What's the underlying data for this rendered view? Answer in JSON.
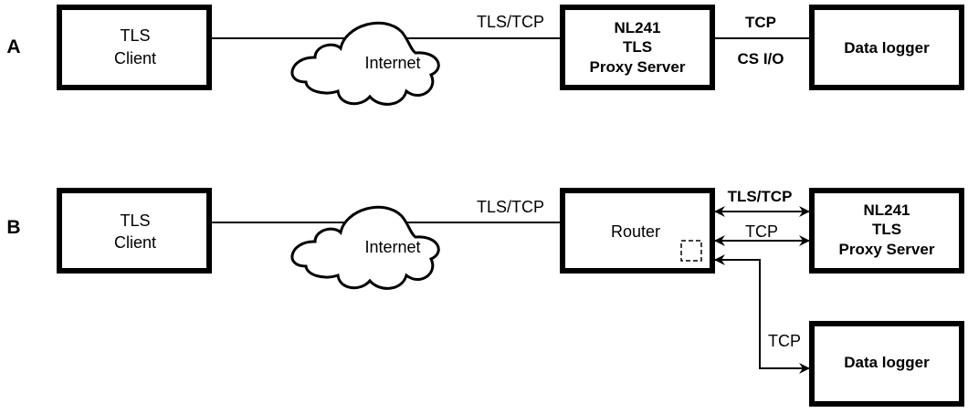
{
  "panel_a": {
    "label": "A",
    "client": {
      "line1": "TLS",
      "line2": "Client"
    },
    "cloud": "Internet",
    "link_internet_proxy": "TLS/TCP",
    "proxy": {
      "line1": "NL241",
      "line2": "TLS",
      "line3": "Proxy Server"
    },
    "link_proxy_logger_top": "TCP",
    "link_proxy_logger_bottom": "CS I/O",
    "logger": "Data logger"
  },
  "panel_b": {
    "label": "B",
    "client": {
      "line1": "TLS",
      "line2": "Client"
    },
    "cloud": "Internet",
    "link_internet_router": "TLS/TCP",
    "router": "Router",
    "link_router_proxy_1": "TLS/TCP",
    "link_router_proxy_2": "TCP",
    "proxy": {
      "line1": "NL241",
      "line2": "TLS",
      "line3": "Proxy Server"
    },
    "link_router_logger": "TCP",
    "logger": "Data logger"
  }
}
